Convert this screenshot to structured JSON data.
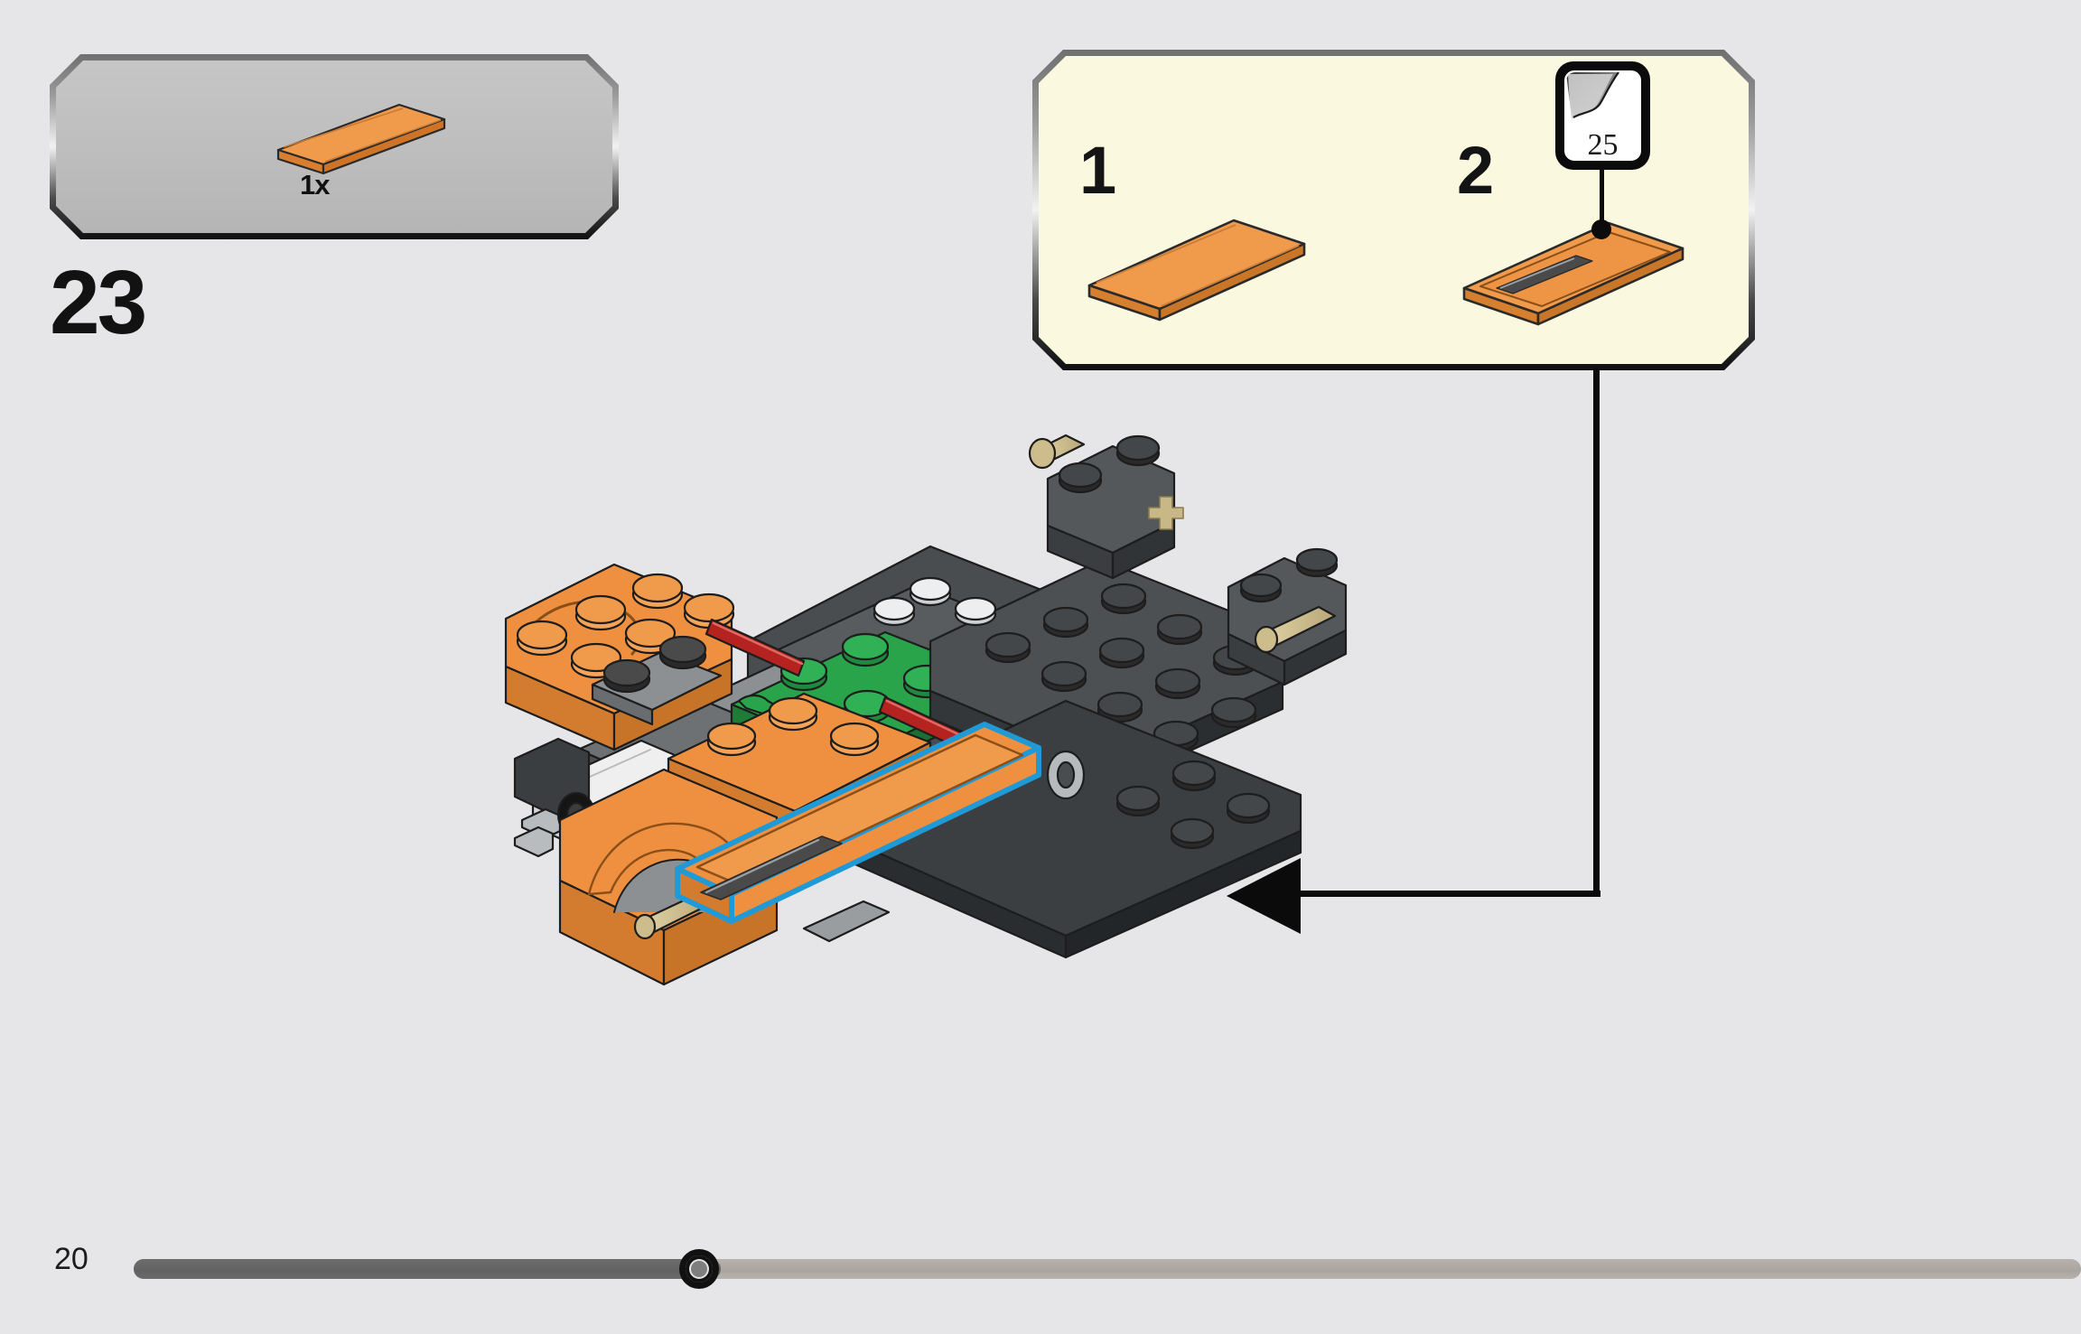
{
  "page": {
    "page_number": "20",
    "step_number": "23",
    "background_color": "#e6e6e8",
    "progress_percent": 28
  },
  "parts_bin": {
    "name": "parts-callout",
    "items": [
      {
        "quantity": "1x",
        "part": "orange-tile-1x4",
        "color": "#ef9041"
      }
    ]
  },
  "callout": {
    "background_color": "#fbf8e0",
    "substeps": [
      {
        "number": "1",
        "description": "orange-tile-1x4-plain"
      },
      {
        "number": "2",
        "description": "orange-tile-1x4-with-sticker"
      }
    ],
    "sticker": {
      "number": "25",
      "icon": "sticker-peel-icon"
    }
  },
  "model": {
    "name": "lego-car-chassis",
    "highlight_color": "#1f9ad6",
    "colors": {
      "orange": "#ef9041",
      "orange_dark": "#c86f27",
      "dark_grey": "#3a3d40",
      "light_grey": "#9a9da0",
      "mid_grey": "#6f7376",
      "green": "#2aa44b",
      "green_dark": "#1d7d37",
      "red": "#b4231f",
      "tan": "#c9b887",
      "white": "#f0f0f0",
      "black": "#171717"
    }
  }
}
